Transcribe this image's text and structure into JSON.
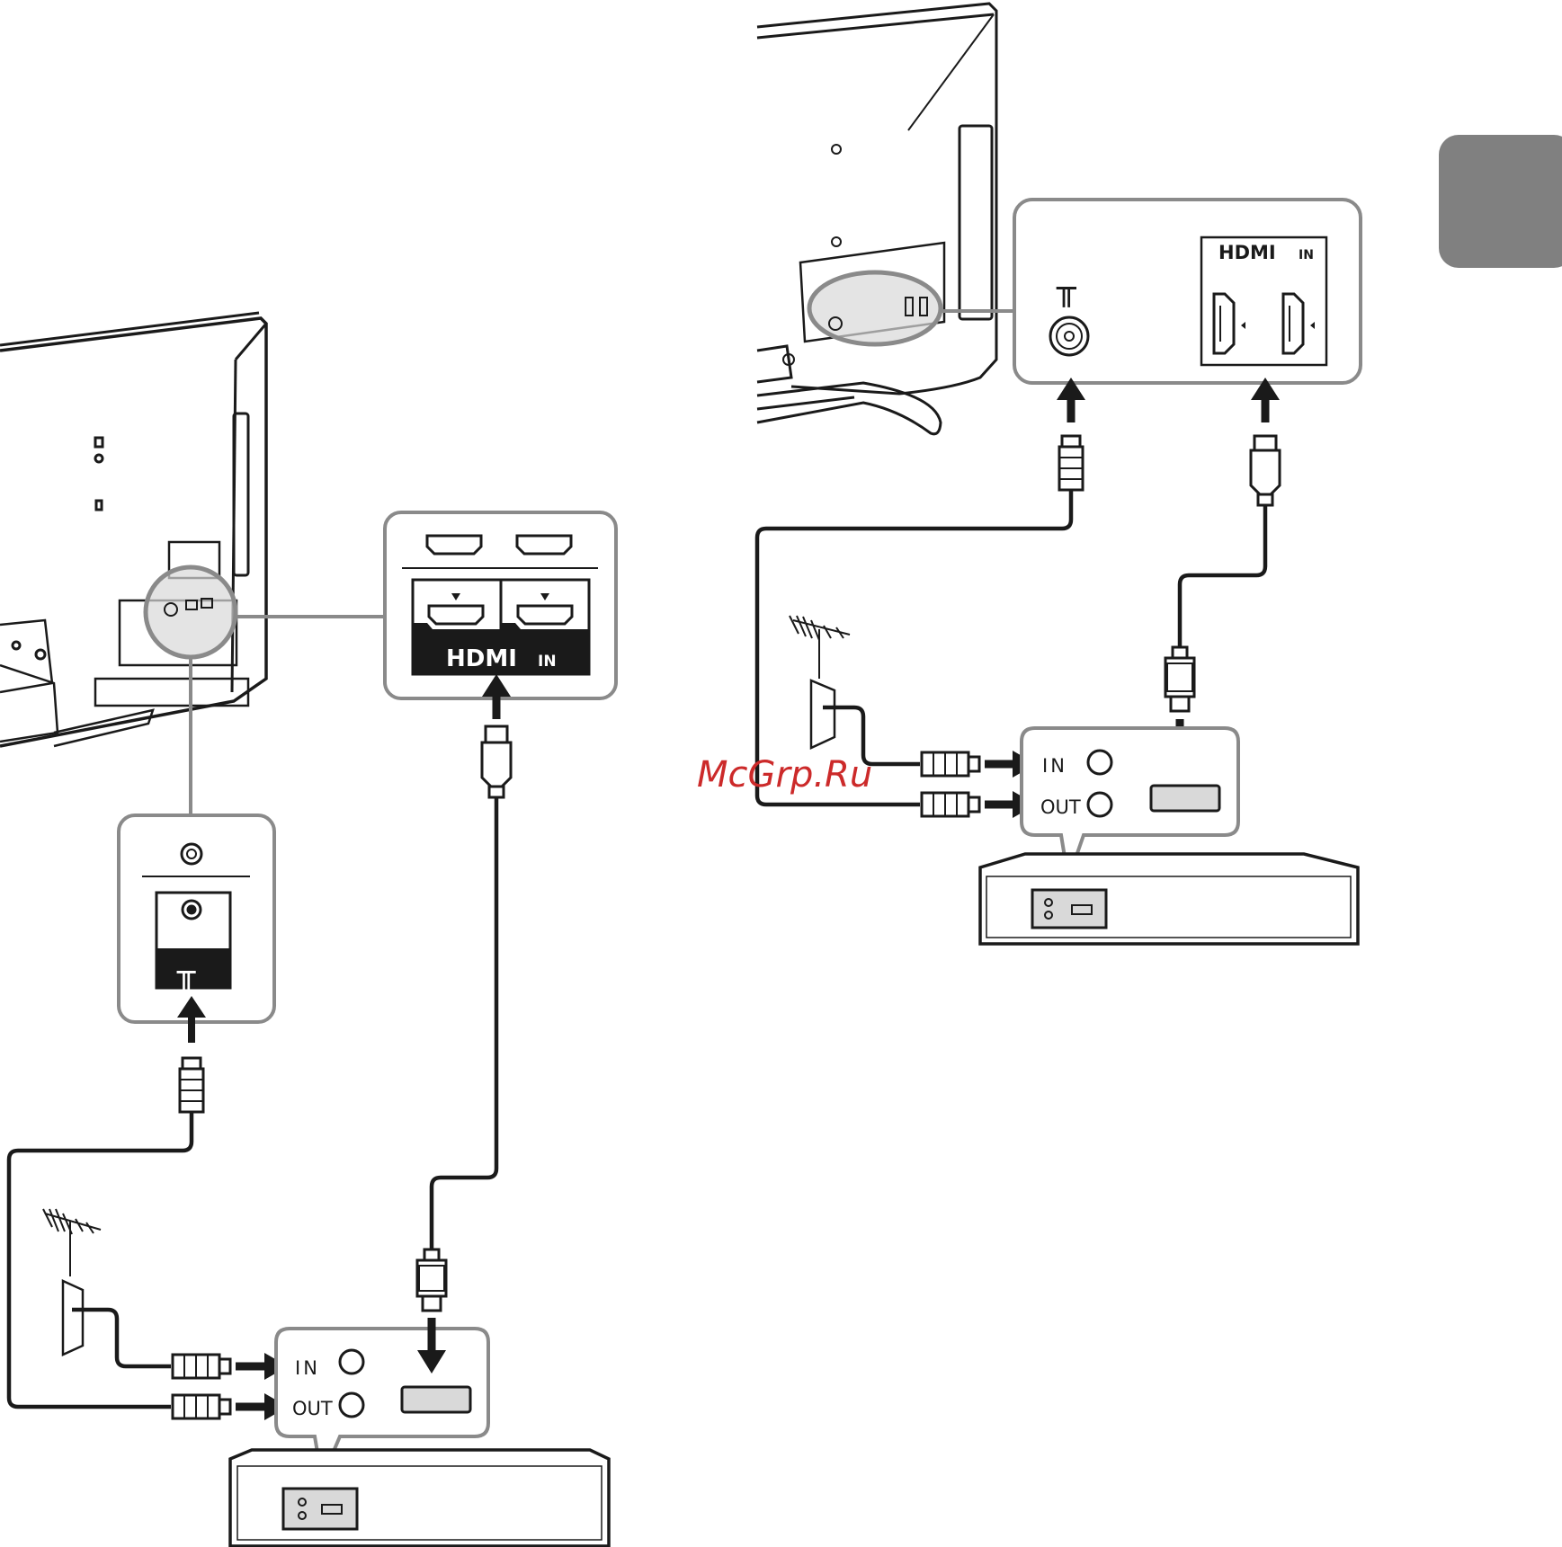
{
  "left_diagram": {
    "hdmi_panel_label": "HDMI",
    "hdmi_panel_suffix": "IN",
    "antenna_symbol": "╥",
    "box_in_label": "IN",
    "box_out_label": "OUT"
  },
  "right_diagram": {
    "hdmi_panel_label": "HDMI",
    "hdmi_panel_suffix": "IN",
    "antenna_symbol": "╥",
    "box_in_label": "IN",
    "box_out_label": "OUT"
  },
  "watermark": "McGrp.Ru",
  "colors": {
    "line": "#1a1a1a",
    "callout": "#8a8a8a",
    "panel_fill": "#d9d9d9",
    "tab_fill": "#808080",
    "watermark": "#cc2a2a"
  }
}
